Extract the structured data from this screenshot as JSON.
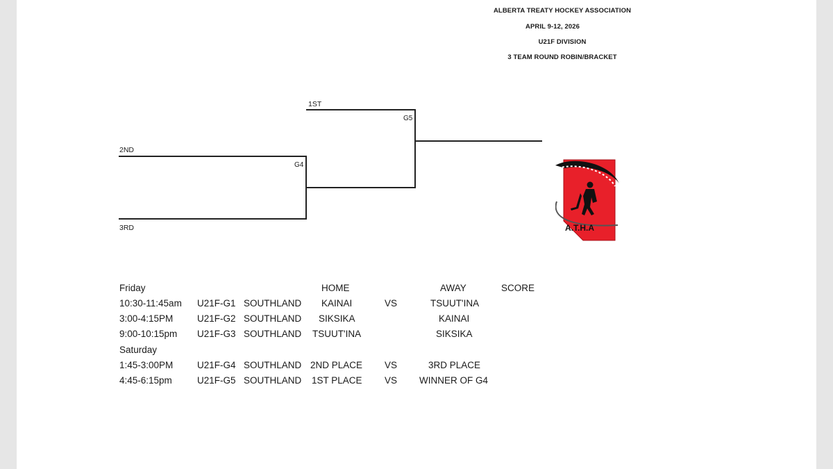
{
  "header": {
    "association": "ALBERTA TREATY HOCKEY ASSOCIATION",
    "dates": "APRIL 9-12, 2026",
    "division": "U21F DIVISION",
    "format": "3 TEAM ROUND ROBIN/BRACKET"
  },
  "bracket": {
    "first": "1ST",
    "second": "2ND",
    "third": "3RD",
    "game4": "G4",
    "game5": "G5"
  },
  "logo": {
    "text": "A.T.H.A",
    "colors": {
      "red": "#e8202a",
      "black": "#111111"
    }
  },
  "schedule": {
    "headers": {
      "home": "HOME",
      "away": "AWAY",
      "score": "SCORE"
    },
    "days": [
      {
        "day": "Friday",
        "games": [
          {
            "time": "10:30-11:45am",
            "game": "U21F-G1",
            "venue": "SOUTHLAND",
            "home": "KAINAI",
            "vs": "VS",
            "away": "TSUUT'INA"
          },
          {
            "time": "3:00-4:15PM",
            "game": "U21F-G2",
            "venue": "SOUTHLAND",
            "home": "SIKSIKA",
            "vs": "",
            "away": "KAINAI"
          },
          {
            "time": "9:00-10:15pm",
            "game": "U21F-G3",
            "venue": "SOUTHLAND",
            "home": "TSUUT'INA",
            "vs": "",
            "away": "SIKSIKA"
          }
        ]
      },
      {
        "day": "Saturday",
        "games": [
          {
            "time": "1:45-3:00PM",
            "game": "U21F-G4",
            "venue": "SOUTHLAND",
            "home": "2ND PLACE",
            "vs": "VS",
            "away": "3RD PLACE"
          },
          {
            "time": "4:45-6:15pm",
            "game": "U21F-G5",
            "venue": "SOUTHLAND",
            "home": "1ST PLACE",
            "vs": "VS",
            "away": "WINNER OF G4"
          }
        ]
      }
    ]
  }
}
